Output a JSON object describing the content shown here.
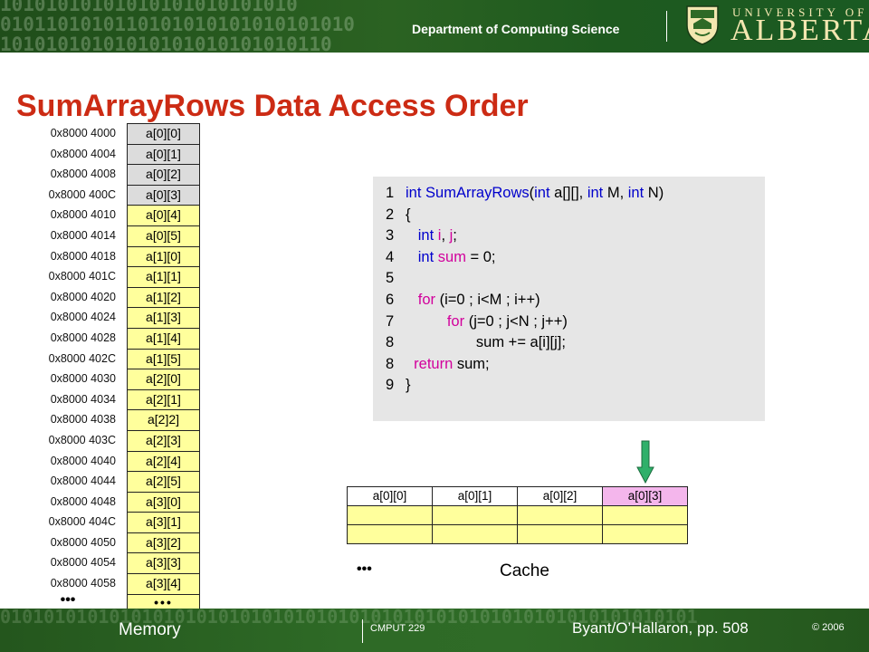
{
  "header": {
    "department": "Department of Computing Science",
    "university_line": "UNIVERSITY OF",
    "university_name": "ALBERTA"
  },
  "slide": {
    "title": "SumArrayRows Data Access Order"
  },
  "memory": {
    "rows": [
      {
        "addr": "0x8000 4000",
        "cell": "a[0][0]",
        "fill": "gray"
      },
      {
        "addr": "0x8000 4004",
        "cell": "a[0][1]",
        "fill": "gray"
      },
      {
        "addr": "0x8000 4008",
        "cell": "a[0][2]",
        "fill": "gray"
      },
      {
        "addr": "0x8000 400C",
        "cell": "a[0][3]",
        "fill": "gray"
      },
      {
        "addr": "0x8000 4010",
        "cell": "a[0][4]",
        "fill": "yellow"
      },
      {
        "addr": "0x8000 4014",
        "cell": "a[0][5]",
        "fill": "yellow"
      },
      {
        "addr": "0x8000 4018",
        "cell": "a[1][0]",
        "fill": "yellow"
      },
      {
        "addr": "0x8000 401C",
        "cell": "a[1][1]",
        "fill": "yellow"
      },
      {
        "addr": "0x8000 4020",
        "cell": "a[1][2]",
        "fill": "yellow"
      },
      {
        "addr": "0x8000 4024",
        "cell": "a[1][3]",
        "fill": "yellow"
      },
      {
        "addr": "0x8000 4028",
        "cell": "a[1][4]",
        "fill": "yellow"
      },
      {
        "addr": "0x8000 402C",
        "cell": "a[1][5]",
        "fill": "yellow"
      },
      {
        "addr": "0x8000 4030",
        "cell": "a[2][0]",
        "fill": "yellow"
      },
      {
        "addr": "0x8000 4034",
        "cell": "a[2][1]",
        "fill": "yellow"
      },
      {
        "addr": "0x8000 4038",
        "cell": "a[2]2]",
        "fill": "yellow"
      },
      {
        "addr": "0x8000 403C",
        "cell": "a[2][3]",
        "fill": "yellow"
      },
      {
        "addr": "0x8000 4040",
        "cell": "a[2][4]",
        "fill": "yellow"
      },
      {
        "addr": "0x8000 4044",
        "cell": "a[2][5]",
        "fill": "yellow"
      },
      {
        "addr": "0x8000 4048",
        "cell": "a[3][0]",
        "fill": "yellow"
      },
      {
        "addr": "0x8000 404C",
        "cell": "a[3][1]",
        "fill": "yellow"
      },
      {
        "addr": "0x8000 4050",
        "cell": "a[3][2]",
        "fill": "yellow"
      },
      {
        "addr": "0x8000 4054",
        "cell": "a[3][3]",
        "fill": "yellow"
      },
      {
        "addr": "0x8000 4058",
        "cell": "a[3][4]",
        "fill": "yellow"
      }
    ],
    "dots_left": "•••",
    "dots_cell": "•••",
    "label": "Memory"
  },
  "code": {
    "lines": [
      {
        "num": "1",
        "parts": [
          {
            "t": "int ",
            "c": "kw"
          },
          {
            "t": "SumArrayRows",
            "c": "ty"
          },
          {
            "t": "(",
            "c": ""
          },
          {
            "t": "int ",
            "c": "kw"
          },
          {
            "t": "a[][], ",
            "c": ""
          },
          {
            "t": "int ",
            "c": "kw"
          },
          {
            "t": "M, ",
            "c": ""
          },
          {
            "t": "int ",
            "c": "kw"
          },
          {
            "t": "N)",
            "c": ""
          }
        ]
      },
      {
        "num": "2",
        "parts": [
          {
            "t": "{",
            "c": ""
          }
        ]
      },
      {
        "num": "3",
        "parts": [
          {
            "t": "   ",
            "c": ""
          },
          {
            "t": "int ",
            "c": "kw"
          },
          {
            "t": "i",
            "c": "id"
          },
          {
            "t": ", ",
            "c": ""
          },
          {
            "t": "j",
            "c": "id"
          },
          {
            "t": ";",
            "c": ""
          }
        ]
      },
      {
        "num": "4",
        "parts": [
          {
            "t": "   ",
            "c": ""
          },
          {
            "t": "int ",
            "c": "kw"
          },
          {
            "t": "sum",
            "c": "id"
          },
          {
            "t": " = 0;",
            "c": ""
          }
        ]
      },
      {
        "num": "5",
        "parts": []
      },
      {
        "num": "6",
        "parts": [
          {
            "t": "   ",
            "c": ""
          },
          {
            "t": "for",
            "c": "id"
          },
          {
            "t": " (i=0 ; i<M ; i++)",
            "c": ""
          }
        ]
      },
      {
        "num": "7",
        "parts": [
          {
            "t": "          ",
            "c": ""
          },
          {
            "t": "for",
            "c": "id"
          },
          {
            "t": " (j=0 ; j<N ; j++)",
            "c": ""
          }
        ]
      },
      {
        "num": "8",
        "parts": [
          {
            "t": "                 sum += a[i][j];",
            "c": ""
          }
        ]
      },
      {
        "num": "8",
        "parts": [
          {
            "t": "  ",
            "c": ""
          },
          {
            "t": "return",
            "c": "id"
          },
          {
            "t": " sum;",
            "c": ""
          }
        ]
      },
      {
        "num": "9",
        "parts": [
          {
            "t": "}",
            "c": ""
          }
        ]
      }
    ]
  },
  "cache": {
    "header": [
      "a[0][0]",
      "a[0][1]",
      "a[0][2]",
      "a[0][3]"
    ],
    "highlight_index": 3,
    "empty_rows": 2,
    "label": "Cache",
    "dots": "•••"
  },
  "footer": {
    "course": "CMPUT 229",
    "reference": "Byant/O’Hallaron, pp. 508",
    "copyright": "© 2006"
  },
  "colors": {
    "title": "#cc2b14",
    "header_green": "#2b6222",
    "cell_gray": "#dcdcdc",
    "cell_yellow": "#ffff9c",
    "cache_highlight": "#f4b6ec",
    "arrow": "#2fb06a",
    "code_bg": "#e6e6e6"
  }
}
